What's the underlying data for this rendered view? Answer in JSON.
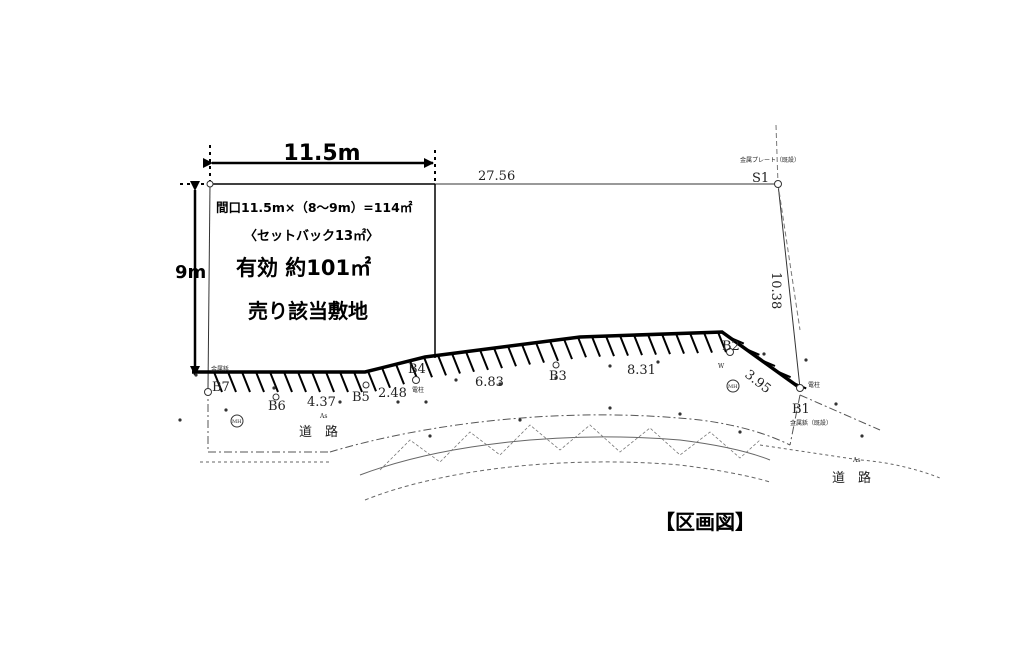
{
  "frontage_dim": "11.5m",
  "depth_dim": "9m",
  "area_text": "間口11.5m×（8～9m）=114㎡",
  "setback_text": "〈セットバック13㎡〉",
  "effective_text": "有効  約101㎡",
  "sale_text": "売り該当敷地",
  "caption": "【区画図】",
  "distances": {
    "top": "27.56",
    "right": "10.38",
    "d_b7_b6": "4.37",
    "d_b5_b4": "2.48",
    "d_b4_b3": "6.83",
    "d_b3_b2": "8.31",
    "d_b2_b1": "3.95"
  },
  "points": {
    "s1": "S1",
    "b1": "B1",
    "b2": "B2",
    "b3": "B3",
    "b4": "B4",
    "b5": "B5",
    "b6": "B6",
    "b7": "B7"
  },
  "road_labels": {
    "road_left": "道　路",
    "road_right": "道　路",
    "as_left": "As",
    "as_right": "As"
  },
  "notes": {
    "kinzoku_left": "金属鋲",
    "kinzoku_top": "金属プレート（既設）",
    "kinzoku_b1": "金属鋲（既設）",
    "denchu_b4": "電柱",
    "denchu_b1": "電柱",
    "mh": "MH",
    "w": "W"
  }
}
